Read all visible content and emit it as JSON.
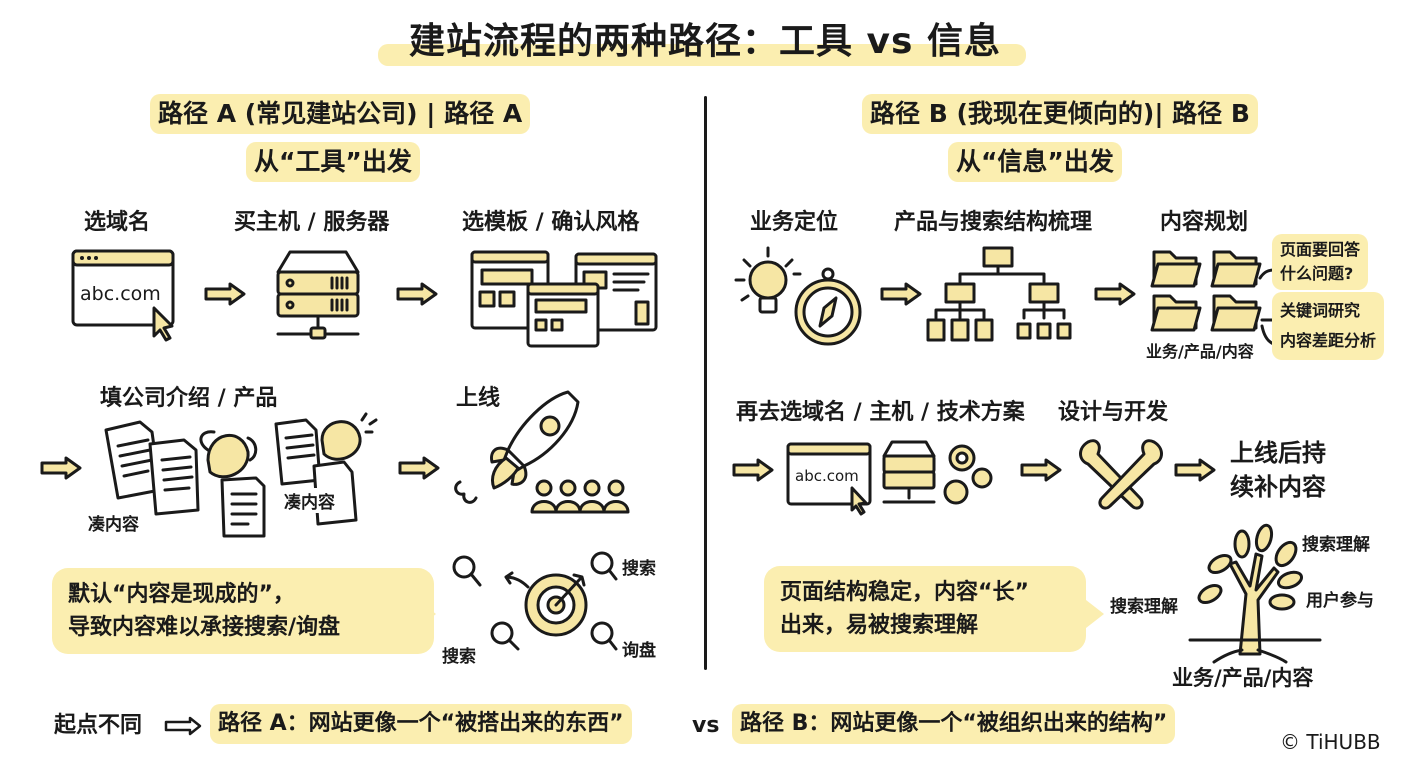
{
  "title": "建站流程的两种路径：工具 vs 信息",
  "colors": {
    "highlight": "#fbeeb0",
    "icon_fill": "#f6e6a4",
    "ink": "#1a1a1a"
  },
  "path_a": {
    "heading": "路径 A (常见建站公司) | 路径 A",
    "subheading": "从“工具”出发",
    "steps": [
      {
        "label": "选域名",
        "icon": "browser-domain-icon",
        "domain_text": "abc.com"
      },
      {
        "label": "买主机 / 服务器",
        "icon": "server-icon"
      },
      {
        "label": "选模板 / 确认风格",
        "icon": "templates-icon"
      },
      {
        "label": "填公司介绍 / 产品",
        "icon": "stressed-documents-icon",
        "notes": [
          "凑内容",
          "凑内容"
        ]
      },
      {
        "label": "上线",
        "icon": "rocket-launch-icon"
      }
    ],
    "bubble": {
      "line1": "默认“内容是现成的”，",
      "line2": "导致内容难以承接搜索/询盘"
    },
    "target_labels": [
      "搜索",
      "搜索",
      "询盘"
    ]
  },
  "path_b": {
    "heading": "路径 B (我现在更倾向的)| 路径 B",
    "subheading": "从“信息”出发",
    "steps": [
      {
        "label": "业务定位",
        "icon": "lightbulb-compass-icon"
      },
      {
        "label": "产品与搜索结构梳理",
        "icon": "hierarchy-tree-icon"
      },
      {
        "label": "内容规划",
        "icon": "folders-icon",
        "caption": "业务/产品/内容"
      },
      {
        "label": "再去选域名 / 主机 / 技术方案",
        "icon": "browser-server-gears-icon",
        "domain_text": "abc.com"
      },
      {
        "label": "设计与开发",
        "icon": "tools-icon"
      },
      {
        "label": "上线后持续补内容",
        "line1": "上线后持",
        "line2": "续补内容"
      }
    ],
    "notes": [
      "页面要回答",
      "什么问题?",
      "关键词研究",
      "内容差距分析"
    ],
    "bubble": {
      "line1": "页面结构稳定，内容“长”",
      "line2": "出来，易被搜索理解"
    },
    "tree_labels": {
      "top_right": "搜索理解",
      "left": "搜索理解",
      "right": "用户参与",
      "roots": "业务/产品/内容"
    }
  },
  "bottom": {
    "lead": "起点不同",
    "path_a_summary": "路径 A：网站更像一个“被搭出来的东西”",
    "vs": "vs",
    "path_b_summary": "路径 B：网站更像一个“被组织出来的结构”",
    "copyright": "© TiHUBB"
  }
}
